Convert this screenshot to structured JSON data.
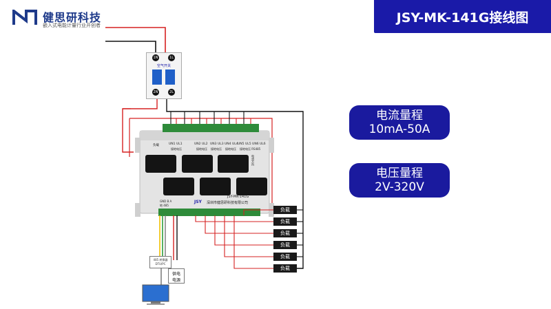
{
  "brand": {
    "name": "健思研科技",
    "tagline": "嵌入式电能计量行业开创者"
  },
  "header": {
    "title": "JSY-MK-141G接线图"
  },
  "specs": {
    "current": {
      "label": "电流量程",
      "value": "10mA-50A"
    },
    "voltage": {
      "label": "电压量程",
      "value": "2V-320V"
    }
  },
  "breaker": {
    "label": "空气开关",
    "terminals": [
      "1N",
      "1L",
      "2N",
      "2L"
    ]
  },
  "module": {
    "model": "JSY-MK-141G",
    "company": "深圳市健思研科技有限公司",
    "top_labels": [
      "负载",
      "UN1 UL1",
      "UN2 UL2",
      "UN3 UL3",
      "UN4 UL4",
      "UN5 UL5 UN6 UL6"
    ],
    "top_sublabels": [
      "",
      "接地电压",
      "接地电压",
      "接地电压",
      "接地电压",
      "接地电压 RS485"
    ],
    "bottom_labels": [
      "GND B A",
      "地 485"
    ],
    "side_label": "电流方向"
  },
  "loads": [
    "负载",
    "负载",
    "负载",
    "负载",
    "负载",
    "负载"
  ],
  "peripherals": {
    "converter": {
      "line1": "485 转换器",
      "line2": "DTU/PC"
    },
    "power": {
      "line1": "供电",
      "line2": "电源"
    }
  },
  "colors": {
    "accent": "#1a1aa8",
    "wire_red": "#d62020",
    "wire_black": "#111111",
    "terminal_green": "#2e8b3a"
  }
}
